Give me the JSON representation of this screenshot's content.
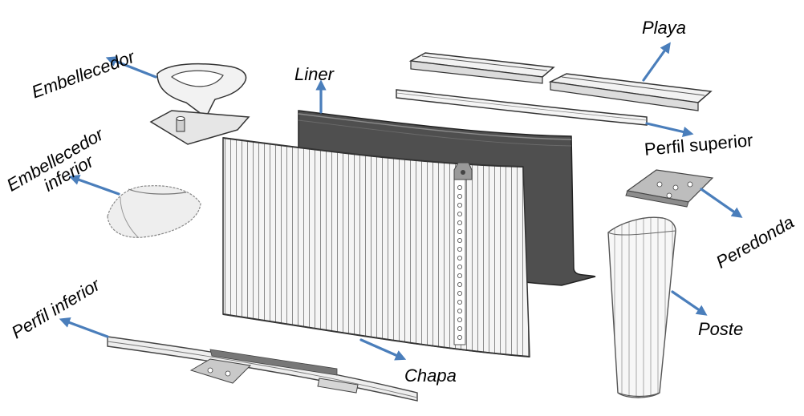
{
  "labels": {
    "embellecedor": "Embellecedor",
    "embellecedor_inferior_1": "Embellecedor",
    "embellecedor_inferior_2": "inferior",
    "perfil_inferior": "Perfil inferior",
    "liner": "Liner",
    "playa": "Playa",
    "perfil_superior": "Perfil superior",
    "peredonda": "Peredonda",
    "poste": "Poste",
    "chapa": "Chapa"
  },
  "colors": {
    "arrow": "#4a7ebb",
    "liner_sheet": "#4f4f4f",
    "part_outline": "#333333",
    "part_fill": "#f2f2f2"
  }
}
